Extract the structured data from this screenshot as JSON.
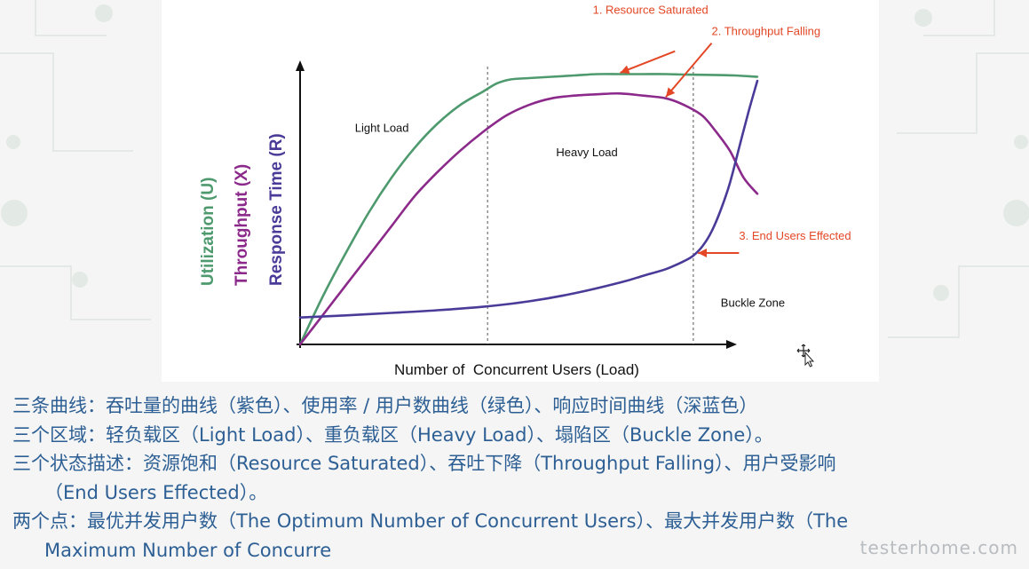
{
  "chart_data": {
    "type": "line",
    "title": "",
    "xlabel": "Number of  Concurrent Users (Load)",
    "ylabels": [
      {
        "text": "Utilization (U)",
        "color": "#4e9a6e"
      },
      {
        "text": "Throughput (X)",
        "color": "#8b2a8a"
      },
      {
        "text": "Response Time (R)",
        "color": "#4a3b98"
      }
    ],
    "xlim": [
      0,
      100
    ],
    "ylim": [
      0,
      100
    ],
    "grid": false,
    "dividers": [
      41,
      86
    ],
    "regions": [
      {
        "name": "Light Load",
        "x": 12,
        "y": 79
      },
      {
        "name": "Heavy Load",
        "x": 56,
        "y": 70
      },
      {
        "name": "Buckle Zone",
        "x": 92,
        "y": 14
      }
    ],
    "series": [
      {
        "key": "utilization",
        "color": "#4e9a6e",
        "x": [
          0,
          5,
          10,
          15,
          20,
          25,
          30,
          35,
          40,
          43,
          46,
          50,
          55,
          60,
          65,
          70,
          75,
          80,
          85,
          90,
          95,
          100
        ],
        "y": [
          0,
          18,
          34,
          49,
          62,
          73,
          82,
          89,
          94,
          97,
          98.5,
          99,
          99.5,
          100,
          100.5,
          100.5,
          100.5,
          100.5,
          100.3,
          100.2,
          100,
          99.5
        ]
      },
      {
        "key": "throughput",
        "color": "#8b2a8a",
        "x": [
          0,
          5,
          10,
          15,
          20,
          25,
          30,
          35,
          40,
          45,
          50,
          55,
          60,
          65,
          70,
          75,
          80,
          84,
          88,
          91,
          94,
          97,
          100
        ],
        "y": [
          0,
          11,
          22,
          33,
          44,
          55,
          64,
          72,
          79,
          85,
          89,
          91.5,
          92.5,
          93,
          93.3,
          92.5,
          91.5,
          89,
          85,
          79,
          72,
          62,
          56
        ]
      },
      {
        "key": "response_time",
        "color": "#4a3b98",
        "x": [
          0,
          10,
          20,
          30,
          40,
          50,
          60,
          70,
          75,
          80,
          84,
          86,
          88,
          90,
          92,
          94,
          96,
          98,
          100
        ],
        "y": [
          10,
          10.8,
          11.7,
          12.7,
          14,
          16,
          19,
          23,
          25.5,
          28,
          31,
          33,
          36.5,
          42,
          50,
          60,
          73,
          86,
          98
        ]
      }
    ],
    "annotations": [
      {
        "text": "1. Resource Saturated",
        "color": "#e34726",
        "x": 64,
        "y": 123,
        "point_x": 70,
        "point_y": 101,
        "text_x": 82,
        "text_y": 109
      },
      {
        "text": "2. Throughput Falling",
        "color": "#e34726",
        "x": 90,
        "y": 115,
        "point_x": 80,
        "point_y": 92,
        "text_x": 90,
        "text_y": 112
      },
      {
        "text": "3. End Users Effected",
        "color": "#e34726",
        "x": 96,
        "y": 39,
        "point_x": 87,
        "point_y": 34,
        "text_x": 96,
        "text_y": 34
      }
    ]
  },
  "notes": [
    "三条曲线：吞吐量的曲线（紫色）、使用率 / 用户数曲线（绿色）、响应时间曲线（深蓝色）",
    "三个区域：轻负载区（Light Load）、重负载区（Heavy Load）、塌陷区（Buckle Zone）。",
    "三个状态描述：资源饱和（Resource Saturated）、吞吐下降（Throughput Falling）、用户受影响",
    "（End Users Effected）。",
    "两个点：最优并发用户数（The Optimum Number of Concurrent Users）、最大并发用户数（The",
    "Maximum Number of Concurre"
  ],
  "watermark": "testerhome.com",
  "icons": {
    "cursor": "move-cursor-icon"
  }
}
